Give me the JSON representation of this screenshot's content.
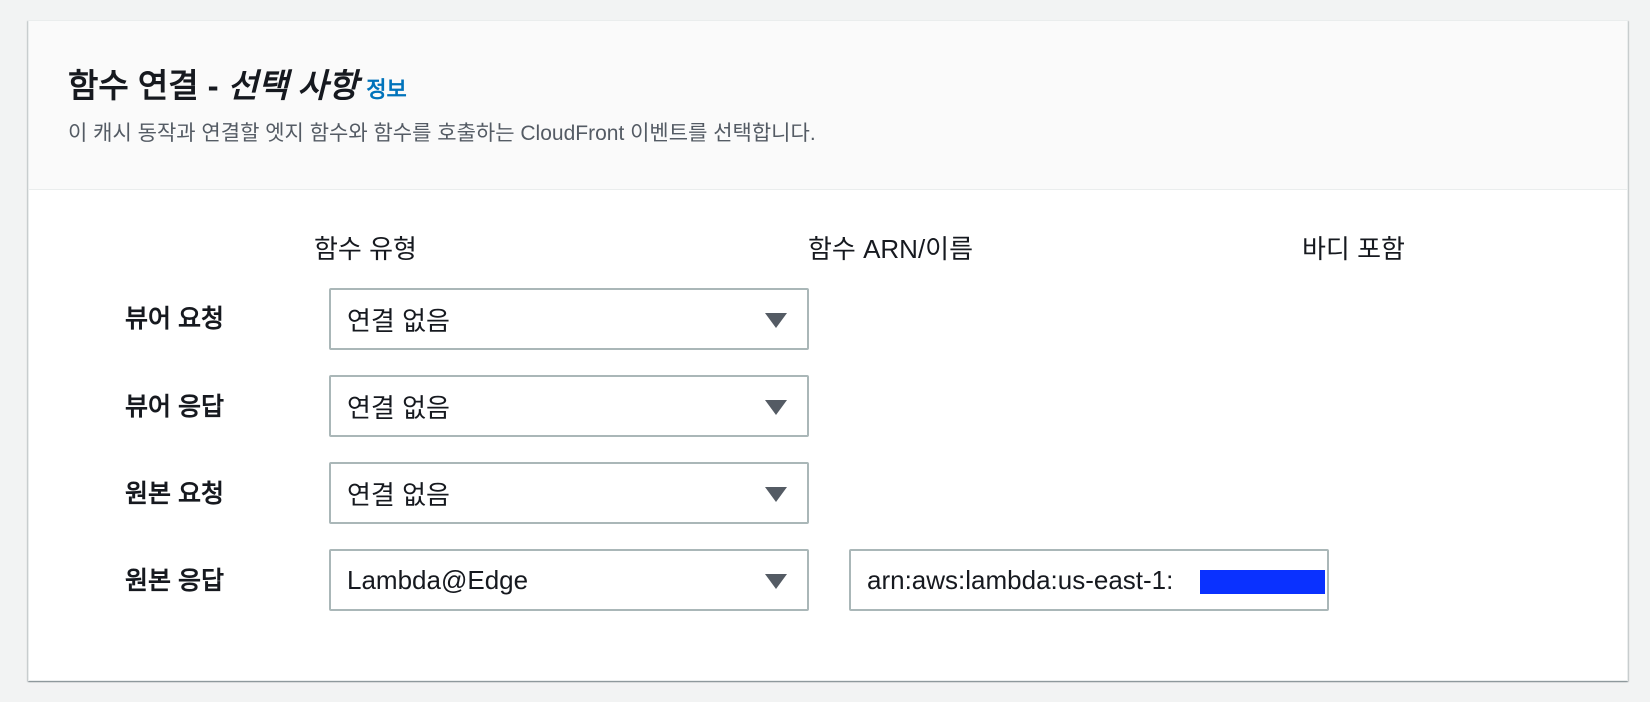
{
  "header": {
    "title": "함수 연결",
    "separator": "-",
    "optional": "선택 사항",
    "info_link": "정보",
    "description": "이 캐시 동작과 연결할 엣지 함수와 함수를 호출하는 CloudFront 이벤트를 선택합니다."
  },
  "columns": {
    "function_type": "함수 유형",
    "function_arn": "함수 ARN/이름",
    "include_body": "바디 포함"
  },
  "rows": [
    {
      "label": "뷰어 요청",
      "function_type": "연결 없음"
    },
    {
      "label": "뷰어 응답",
      "function_type": "연결 없음"
    },
    {
      "label": "원본 요청",
      "function_type": "연결 없음"
    },
    {
      "label": "원본 응답",
      "function_type": "Lambda@Edge",
      "function_arn": "arn:aws:lambda:us-east-1:"
    }
  ],
  "icons": {
    "dropdown": "caret-down-icon"
  },
  "colors": {
    "link": "#0073bb",
    "redaction": "#0a31ff"
  }
}
